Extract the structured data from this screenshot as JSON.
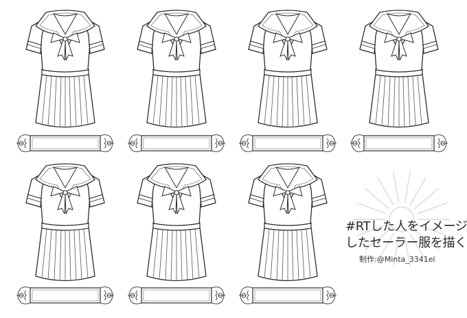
{
  "caption": {
    "line1": "#RTした人をイメージ",
    "line2": "したセーラー服を描く",
    "credit": "制作:@Minta_3341el"
  },
  "colors": {
    "line": "#2b2b2b",
    "soft_line": "#8a8a8a",
    "watermark": "#d9d9d9",
    "background": "#ffffff"
  },
  "slots": [
    {
      "row": 1,
      "col": 1
    },
    {
      "row": 1,
      "col": 2
    },
    {
      "row": 1,
      "col": 3
    },
    {
      "row": 1,
      "col": 4
    },
    {
      "row": 2,
      "col": 1
    },
    {
      "row": 2,
      "col": 2
    },
    {
      "row": 2,
      "col": 3
    }
  ]
}
